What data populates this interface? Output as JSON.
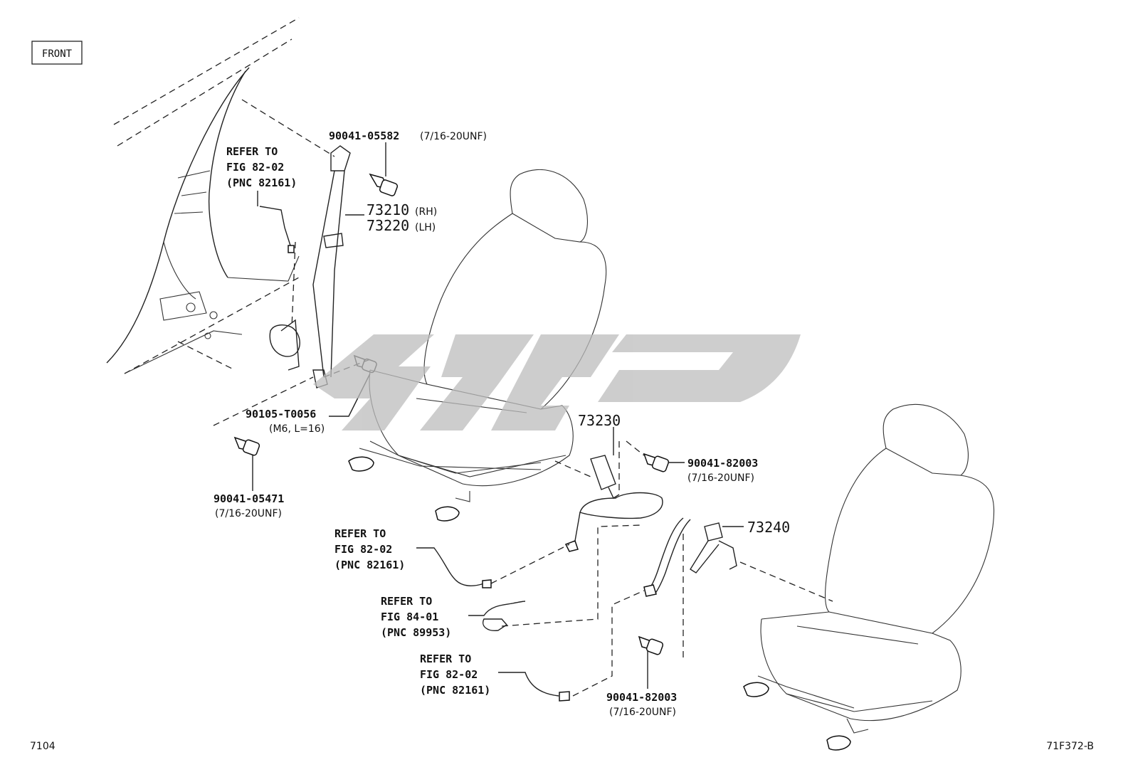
{
  "front_label": "FRONT",
  "footer": {
    "left": "7104",
    "right": "71F372-B"
  },
  "watermark": {
    "color": "#bdbdbd"
  },
  "parts": {
    "bolt_upper": {
      "number": "90041-05582",
      "spec": "(7/16-20UNF)"
    },
    "belt_rh": {
      "number": "73210",
      "side": "(RH)"
    },
    "belt_lh": {
      "number": "73220",
      "side": "(LH)"
    },
    "bolt_lower": {
      "number": "90105-T0056",
      "spec": "(M6, L=16)"
    },
    "bolt_floor": {
      "number": "90041-05471",
      "spec": "(7/16-20UNF)"
    },
    "buckle_inner": {
      "number": "73230"
    },
    "bolt_buckle_upper": {
      "number": "90041-82003",
      "spec": "(7/16-20UNF)"
    },
    "buckle_outer": {
      "number": "73240"
    },
    "bolt_buckle_lower": {
      "number": "90041-82003",
      "spec": "(7/16-20UNF)"
    }
  },
  "refs": {
    "ref1": {
      "line1": "REFER TO",
      "line2": "FIG 82-02",
      "line3": "(PNC 82161)"
    },
    "ref2": {
      "line1": "REFER TO",
      "line2": "FIG 82-02",
      "line3": "(PNC 82161)"
    },
    "ref3": {
      "line1": "REFER TO",
      "line2": "FIG 84-01",
      "line3": "(PNC 89953)"
    },
    "ref4": {
      "line1": "REFER TO",
      "line2": "FIG 82-02",
      "line3": "(PNC 82161)"
    }
  }
}
